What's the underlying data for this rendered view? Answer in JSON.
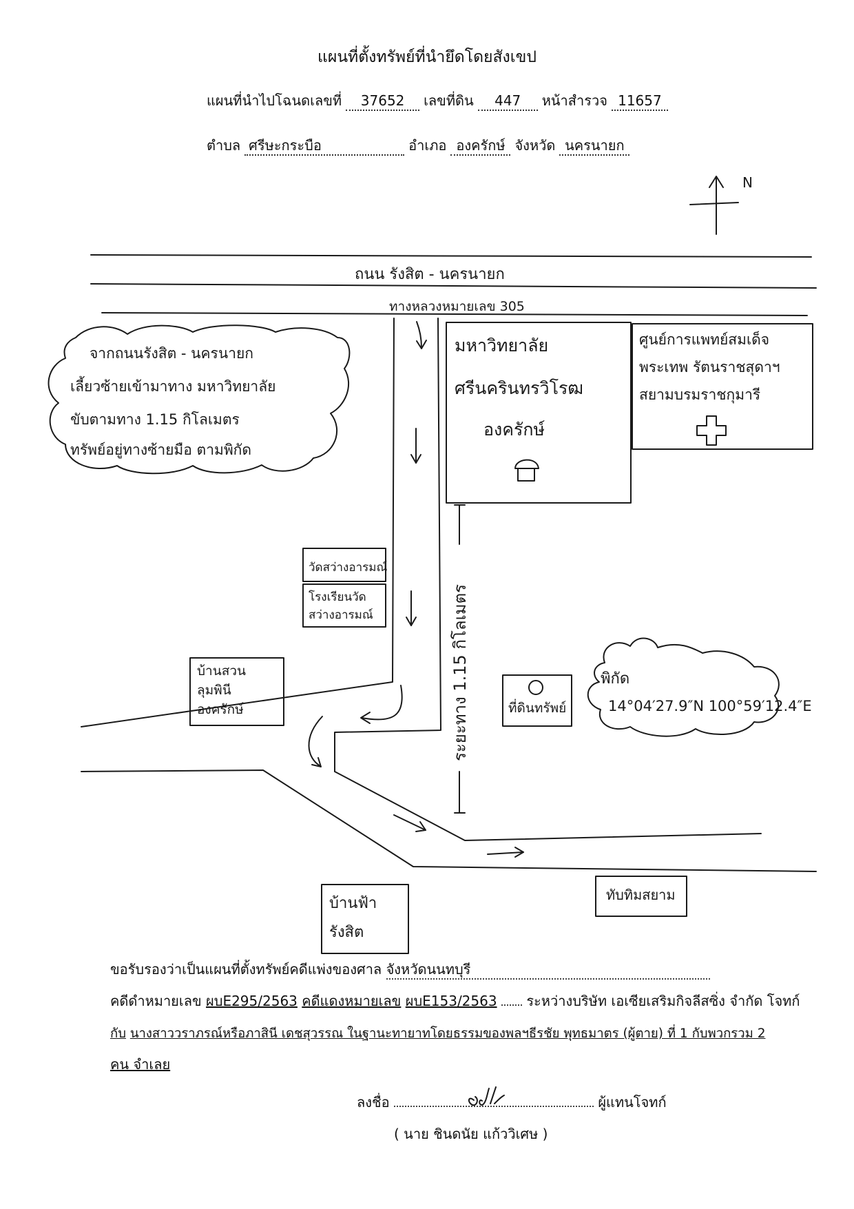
{
  "header": {
    "title": "แผนที่ตั้งทรัพย์ที่นำยึดโดยสังเขป",
    "deed_label": "แผนที่นำไปโฉนดเลขที่",
    "deed_no": "37652",
    "land_label": "เลขที่ดิน",
    "land_no": "447",
    "survey_label": "หน้าสำรวจ",
    "survey_no": "11657",
    "subdistrict_label": "ตำบล",
    "subdistrict": "ศรีษะกระบือ",
    "district_label": "อำเภอ",
    "district": "องครักษ์",
    "province_label": "จังหวัด",
    "province": "นครนายก"
  },
  "map": {
    "north": "N",
    "road_main": "ถนน รังสิต - นครนายก",
    "highway": "ทางหลวงหมายเลข 305",
    "note_lines": [
      "จากถนนรังสิต - นครนายก",
      "เลี้ยวซ้ายเข้ามาทาง มหาวิทยาลัย",
      "ขับตามทาง 1.15 กิโลเมตร",
      "ทรัพย์อยู่ทางซ้ายมือ ตามพิกัด"
    ],
    "university_lines": [
      "มหาวิทยาลัย",
      "ศรีนครินทรวิโรฒ",
      "องครักษ์"
    ],
    "hospital_lines": [
      "ศูนย์การแพทย์สมเด็จ",
      "พระเทพ รัตนราชสุดาฯ",
      "สยามบรมราชกุมารี"
    ],
    "distance": "ระยะทาง 1.15 กิโลเมตร",
    "temple": "วัดสว่างอารมณ์",
    "school_lines": [
      "โรงเรียนวัด",
      "สว่างอารมณ์"
    ],
    "village_lines": [
      "บ้านสวน",
      "ลุมพินี",
      "องครักษ์"
    ],
    "property": "ที่ดินทรัพย์",
    "coord_label": "พิกัด",
    "coords": "14°04′27.9″N 100°59′12.4″E",
    "house1_lines": [
      "บ้านฟ้า",
      "รังสิต"
    ],
    "house2": "ทับทิมสยาม"
  },
  "footer": {
    "line1_prefix": "ขอรับรองว่าเป็นแผนที่ตั้งทรัพย์คดีแพ่งของศาล",
    "court": "จังหวัดนนทบุรี",
    "line2_a": "คดีดำหมายเลข",
    "black_case": "ผบE295/2563",
    "line2_b": "คดีแดงหมายเลข",
    "red_case": "ผบE153/2563",
    "line2_c": "ระหว่างบริษัท เอเซียเสริมกิจลีสซิ่ง จำกัด โจทก์",
    "line3_prefix": "กับ",
    "defendant": "นางสาววราภรณ์หรือภาสินี เดชสุวรรณ ในฐานะทายาทโดยธรรมของพลฯธีรชัย พุทธมาตร (ผู้ตาย) ที่ 1 กับพวกรวม 2",
    "line4": "คน จำเลย",
    "sign_label": "ลงชื่อ",
    "sign_role": "ผู้แทนโจทก์",
    "signer": "(        นาย ชินดนัย แก้ววิเศษ            )"
  }
}
